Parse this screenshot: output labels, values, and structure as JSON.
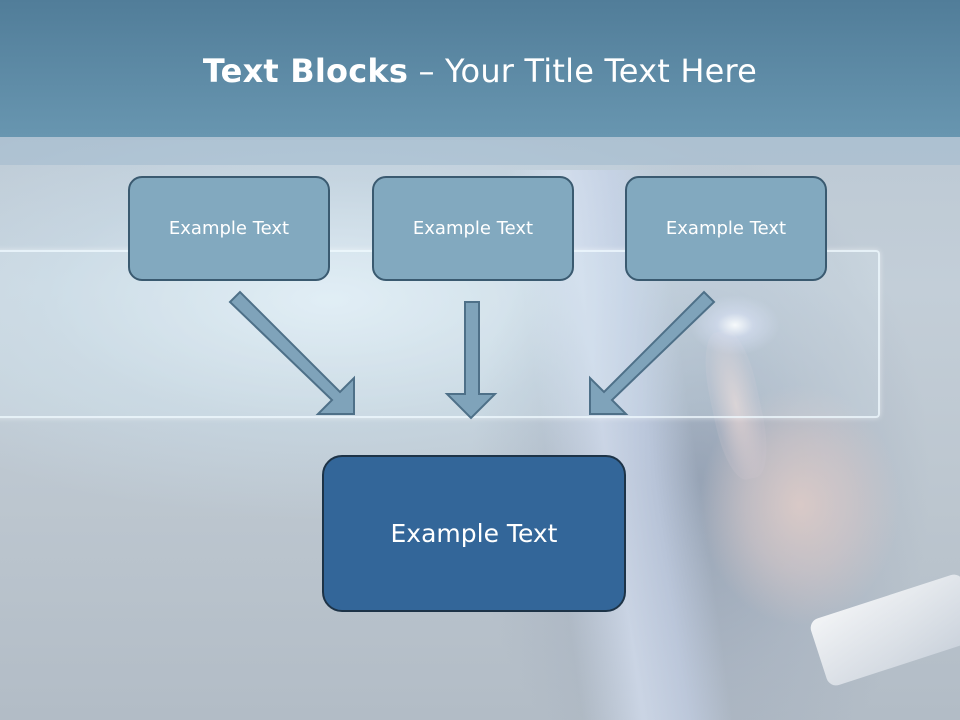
{
  "slide": {
    "title_bold": "Text Blocks",
    "title_rest": " – Your Title Text Here",
    "boxes": [
      {
        "label": "Example Text"
      },
      {
        "label": "Example Text"
      },
      {
        "label": "Example Text"
      }
    ],
    "main_box": {
      "label": "Example Text"
    }
  },
  "colors": {
    "header": "#5f8ba6",
    "small_box_fill": "#82a9bf",
    "main_box_fill": "#336699",
    "arrow_fill": "#7fa3ba"
  },
  "icons": [
    "down-right-arrow-icon",
    "down-arrow-icon",
    "down-left-arrow-icon"
  ]
}
